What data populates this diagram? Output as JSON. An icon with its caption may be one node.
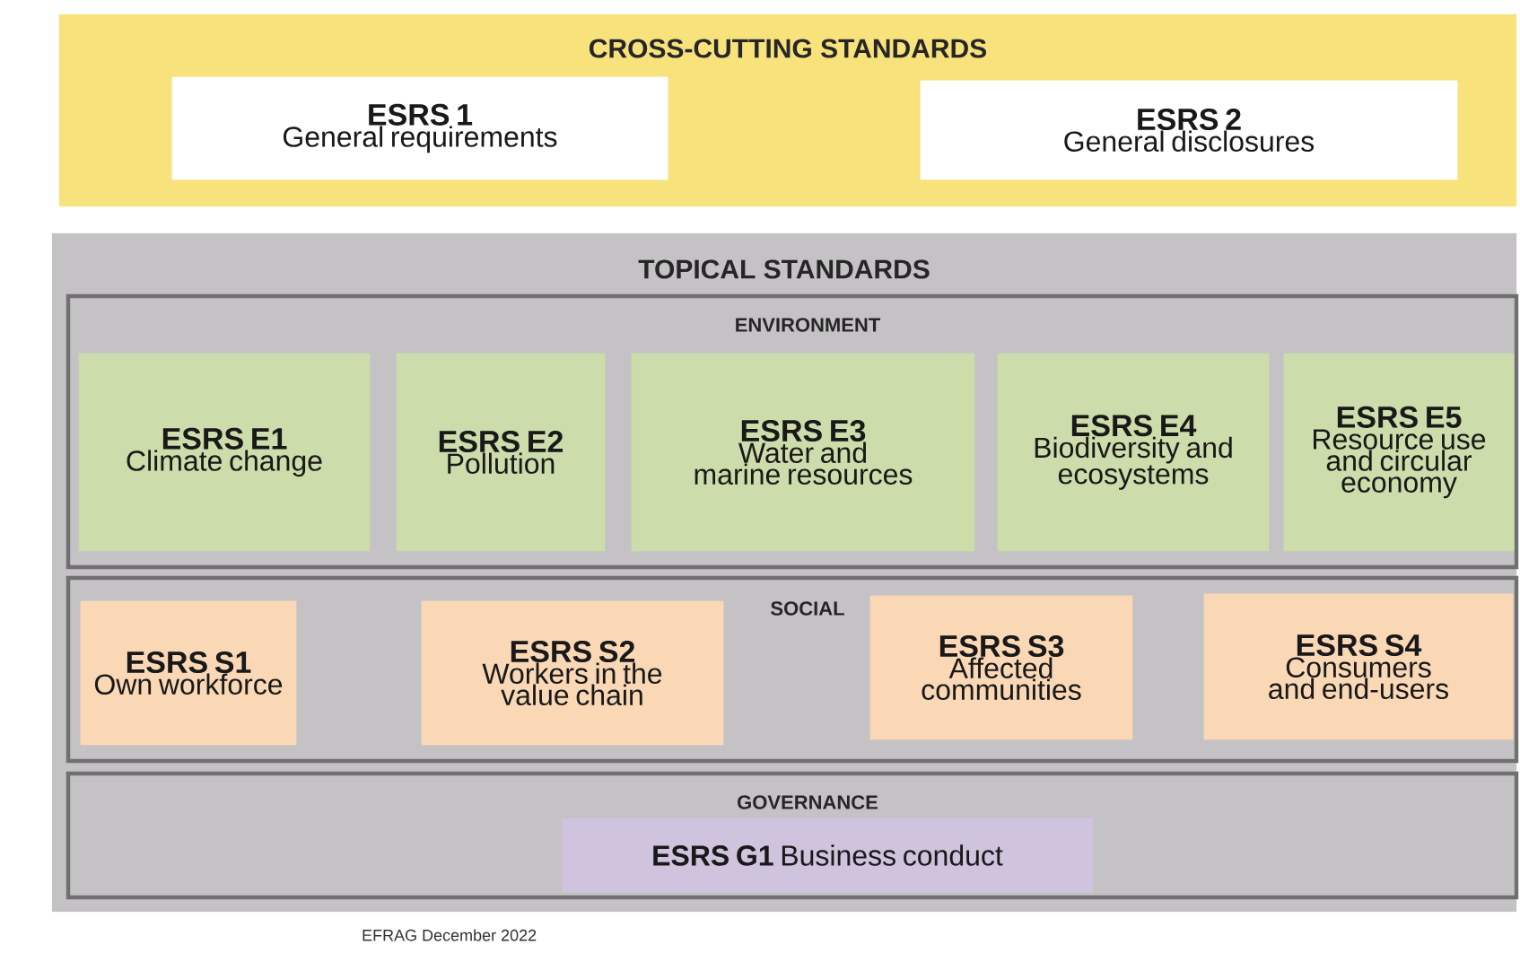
{
  "diagram": {
    "nodes": [
      {
        "text": [
          "CROSS-CUTTING STANDARDS"
        ]
      },
      {
        "text": [
          "ESRS 1",
          "General requirements"
        ],
        "in": 0
      },
      {
        "text": [
          "ESRS 2",
          "General disclosures"
        ],
        "in": 0
      },
      {
        "text": [
          "TOPICAL STANDARDS"
        ]
      },
      {
        "text": [
          "ENVIRONMENT"
        ],
        "in": 3
      },
      {
        "text": [
          "ESRS E1",
          "Climate change"
        ],
        "in": 4
      },
      {
        "text": [
          "ESRS E2",
          "Pollution"
        ],
        "in": 4
      },
      {
        "text": [
          "ESRS E3",
          "Water and marine resources"
        ],
        "in": 4
      },
      {
        "text": [
          "ESRS E4",
          "Biodiversity and ecosystems"
        ],
        "in": 4
      },
      {
        "text": [
          "ESRS E5",
          "Resource use and circular economy"
        ],
        "in": 4
      },
      {
        "text": [
          "SOCIAL"
        ],
        "in": 3
      },
      {
        "text": [
          "ESRS S1",
          "Own workforce"
        ],
        "in": 10
      },
      {
        "text": [
          "ESRS S2",
          "Workers in the value chain"
        ],
        "in": 10
      },
      {
        "text": [
          "ESRS S3",
          "Affected communities"
        ],
        "in": 10
      },
      {
        "text": [
          "ESRS S4",
          "Consumers and end-users"
        ],
        "in": 10
      },
      {
        "text": [
          "GOVERNANCE"
        ],
        "in": 3
      },
      {
        "text": [
          "**ESRS G1** Business conduct"
        ],
        "in": 15
      }
    ],
    "labels": [
      "EFRAG December 2022"
    ]
  }
}
